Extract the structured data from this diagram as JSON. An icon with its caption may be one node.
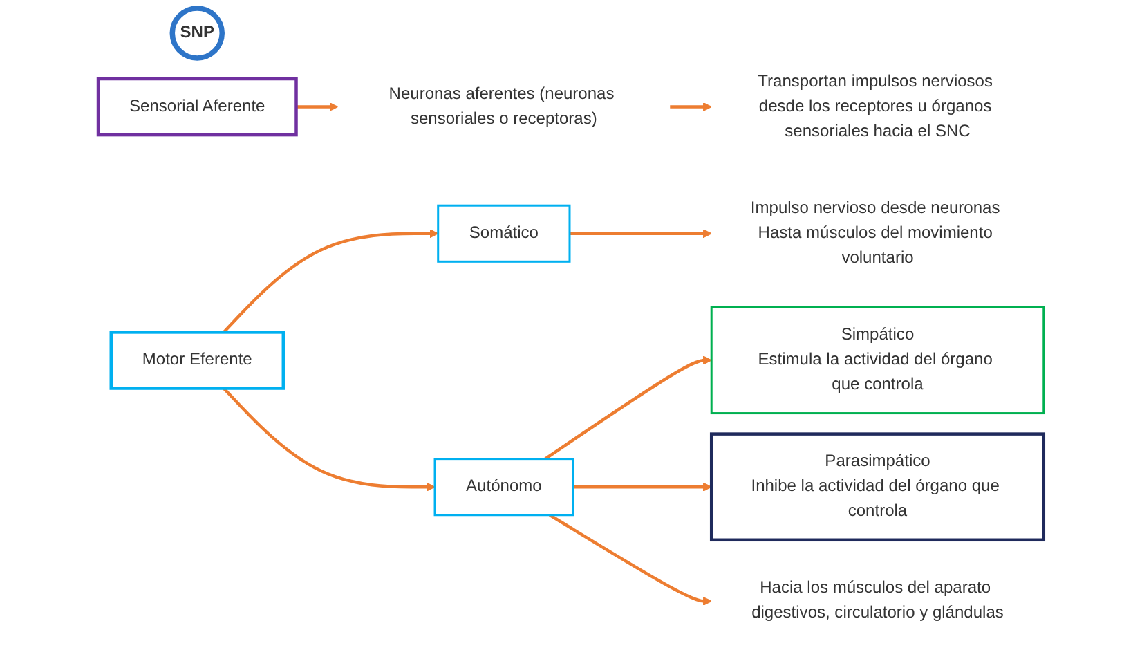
{
  "diagram": {
    "nodes": [
      {
        "text": [
          "SNP"
        ]
      },
      {
        "text": [
          "Sensorial Aferente"
        ]
      },
      {
        "text": [
          "Neuronas aferentes (neuronas sensoriales o receptoras)"
        ]
      },
      {
        "text": [
          "Transportan impulsos nerviosos desde los receptores u órganos sensoriales hacia el SNC"
        ]
      },
      {
        "text": [
          "Motor Eferente"
        ]
      },
      {
        "text": [
          "Somático"
        ]
      },
      {
        "text": [
          "Impulso nervioso desde neuronas Hasta músculos del movimiento voluntario"
        ]
      },
      {
        "text": [
          "Autónomo"
        ]
      },
      {
        "text": [
          "Simpático",
          "Estimula la actividad del órgano que controla"
        ]
      },
      {
        "text": [
          "Parasimpático",
          "Inhibe la actividad del órgano que controla"
        ]
      },
      {
        "text": [
          "Hacia los músculos del aparato digestivos, circulatorio y glándulas"
        ]
      }
    ],
    "edges": [
      {
        "from": 1,
        "to": 2,
        "arrow": "to"
      },
      {
        "from": 2,
        "to": 3,
        "arrow": "to"
      },
      {
        "from": 4,
        "to": 5,
        "arrow": "to"
      },
      {
        "from": 5,
        "to": 6,
        "arrow": "to"
      },
      {
        "from": 4,
        "to": 7,
        "arrow": "to"
      },
      {
        "from": 7,
        "to": 8,
        "arrow": "to"
      },
      {
        "from": 7,
        "to": 9,
        "arrow": "to"
      },
      {
        "from": 7,
        "to": 10,
        "arrow": "to"
      }
    ]
  }
}
